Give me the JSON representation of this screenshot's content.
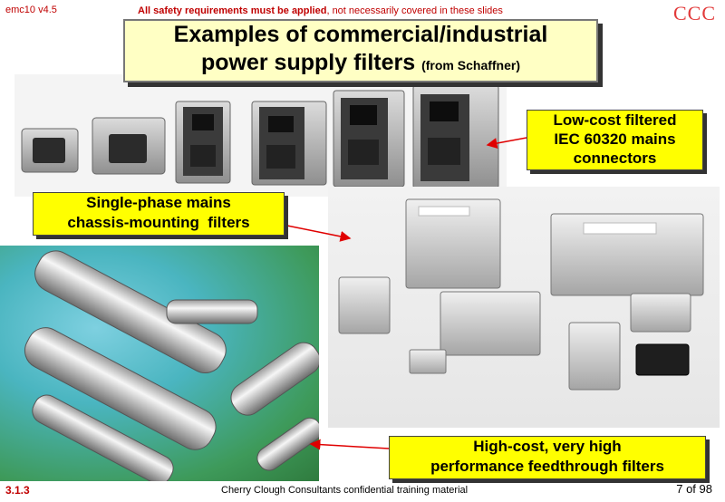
{
  "header": {
    "version": "emc10 v4.5",
    "safety_bold": "All safety requirements must be applied",
    "safety_rest": ", not necessarily covered in these slides",
    "logo": "CCC"
  },
  "title": {
    "line1": "Examples of commercial/industrial",
    "line2": "power supply filters",
    "source": "(from Schaffner)"
  },
  "callouts": {
    "low_cost": [
      "Low-cost filtered",
      "IEC 60320 mains",
      "connectors"
    ],
    "single_phase": [
      "Single-phase mains",
      "chassis-mounting  filters"
    ],
    "high_cost": [
      "High-cost, very high",
      "performance feedthrough filters"
    ]
  },
  "footer": {
    "slide_id": "3.1.3",
    "text": "Cherry Clough Consultants confidential training material",
    "page": "7 of 98"
  },
  "colors": {
    "header_red": "#c00000",
    "logo_red": "#e23a3a",
    "title_bg": "#ffffc4",
    "callout_bg": "#ffff00",
    "arrow": "#e00000"
  }
}
